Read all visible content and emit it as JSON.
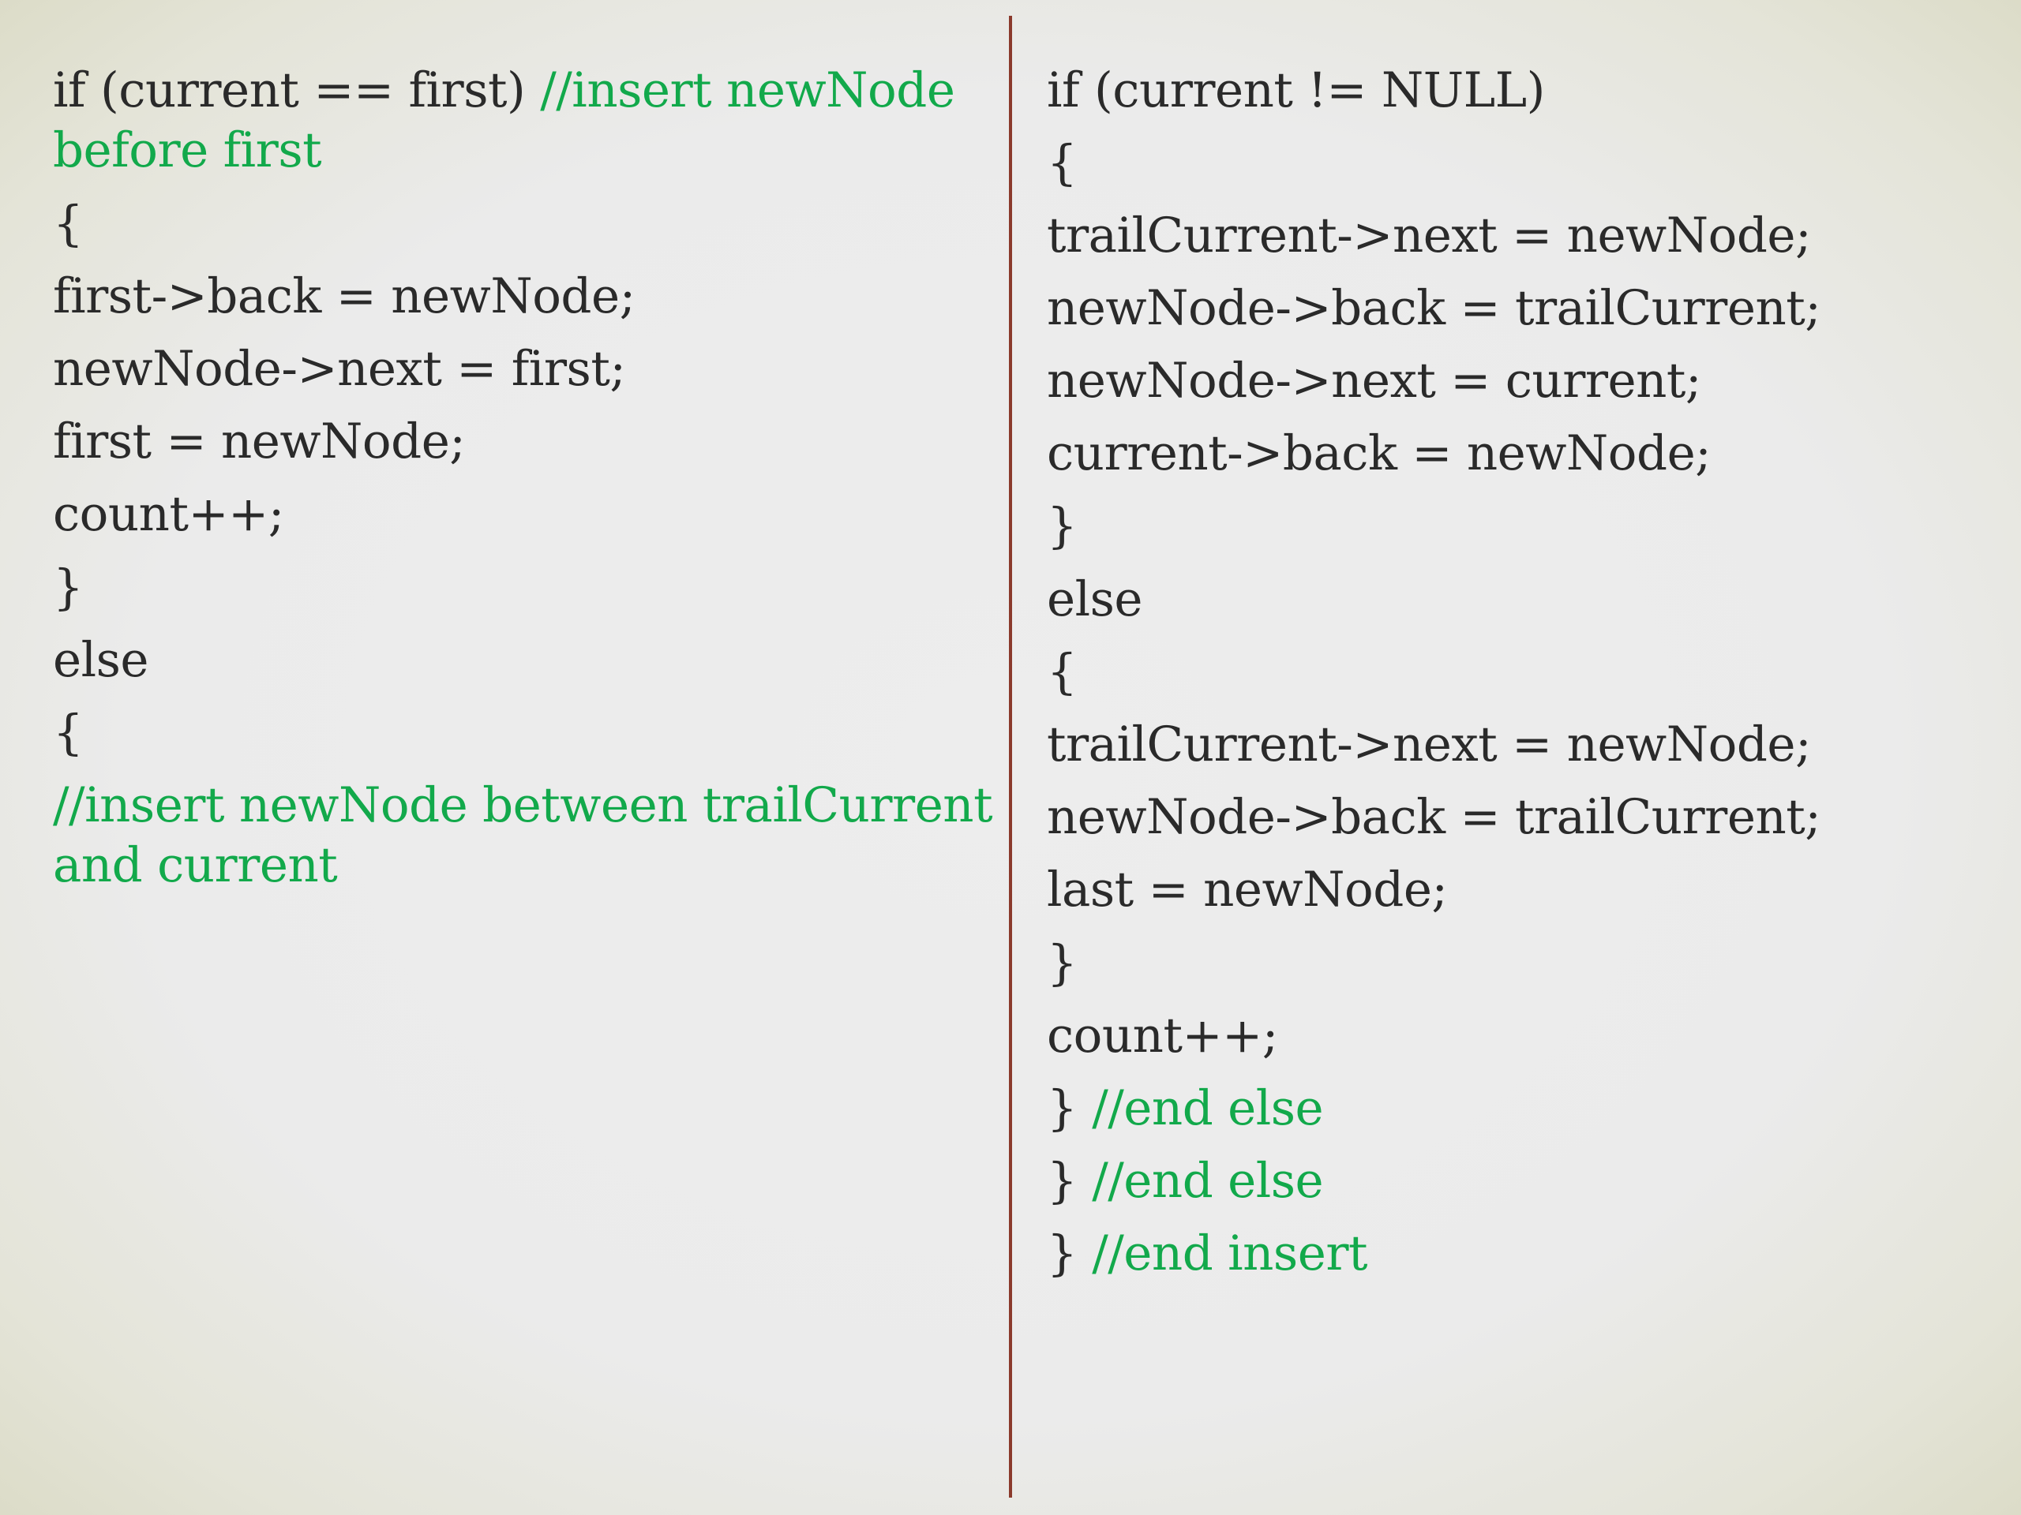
{
  "left_lines": [
    {
      "code": "if (current == first) ",
      "comment": "//insert newNode"
    },
    {
      "code": "",
      "comment": "before first"
    },
    {
      "code": "{",
      "comment": ""
    },
    {
      "code": "first->back = newNode;",
      "comment": ""
    },
    {
      "code": "newNode->next = first;",
      "comment": ""
    },
    {
      "code": "first = newNode;",
      "comment": ""
    },
    {
      "code": "count++;",
      "comment": ""
    },
    {
      "code": "}",
      "comment": ""
    },
    {
      "code": "else",
      "comment": ""
    },
    {
      "code": "{",
      "comment": ""
    },
    {
      "code": "",
      "comment": "//insert newNode between trailCurrent"
    },
    {
      "code": "",
      "comment": "and current"
    }
  ],
  "right_lines": [
    {
      "code": "if (current != NULL)",
      "comment": ""
    },
    {
      "code": "{",
      "comment": ""
    },
    {
      "code": "trailCurrent->next = newNode;",
      "comment": ""
    },
    {
      "code": "newNode->back = trailCurrent;",
      "comment": ""
    },
    {
      "code": "newNode->next = current;",
      "comment": ""
    },
    {
      "code": "current->back = newNode;",
      "comment": ""
    },
    {
      "code": "}",
      "comment": ""
    },
    {
      "code": "else",
      "comment": ""
    },
    {
      "code": "{",
      "comment": ""
    },
    {
      "code": "trailCurrent->next = newNode;",
      "comment": ""
    },
    {
      "code": "newNode->back = trailCurrent;",
      "comment": ""
    },
    {
      "code": "last = newNode;",
      "comment": ""
    },
    {
      "code": "}",
      "comment": ""
    },
    {
      "code": "count++;",
      "comment": ""
    },
    {
      "code": "} ",
      "comment": "//end else"
    },
    {
      "code": "} ",
      "comment": "//end else"
    },
    {
      "code": "} ",
      "comment": "//end insert"
    }
  ],
  "colors": {
    "code": "#2a2a2a",
    "comment": "#12a94b",
    "divider": "#8b3a2c"
  }
}
